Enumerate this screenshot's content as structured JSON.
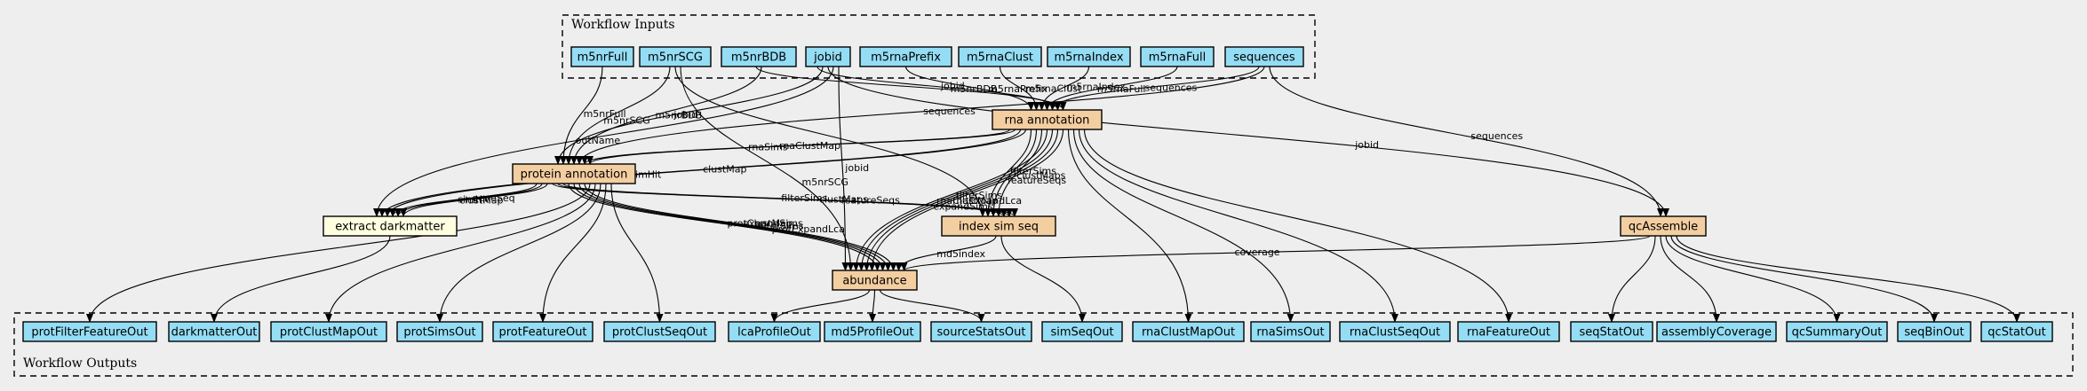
{
  "clusters": {
    "inputs": "Workflow Inputs",
    "outputs": "Workflow Outputs"
  },
  "colors": {
    "io": "#94ddf4",
    "step": "#f3cea1",
    "tool": "#ffffe0",
    "background": "#eeeeee"
  },
  "nodes": {
    "m5nrFull": "m5nrFull",
    "m5nrSCG": "m5nrSCG",
    "m5nrBDB": "m5nrBDB",
    "jobid": "jobid",
    "m5rnaPrefix": "m5rnaPrefix",
    "m5rnaClust": "m5rnaClust",
    "m5rnaIndex": "m5rnaIndex",
    "m5rnaFull": "m5rnaFull",
    "sequences": "sequences",
    "rna_annotation": "rna annotation",
    "protein_annotation": "protein annotation",
    "extract_darkmatter": "extract darkmatter",
    "index_sim_seq": "index sim seq",
    "abundance": "abundance",
    "qcAssemble": "qcAssemble",
    "protFilterFeatureOut": "protFilterFeatureOut",
    "darkmatterOut": "darkmatterOut",
    "protClustMapOut": "protClustMapOut",
    "protSimsOut": "protSimsOut",
    "protFeatureOut": "protFeatureOut",
    "protClustSeqOut": "protClustSeqOut",
    "lcaProfileOut": "lcaProfileOut",
    "md5ProfileOut": "md5ProfileOut",
    "sourceStatsOut": "sourceStatsOut",
    "simSeqOut": "simSeqOut",
    "rnaClustMapOut": "rnaClustMapOut",
    "rnaSimsOut": "rnaSimsOut",
    "rnaClustSeqOut": "rnaClustSeqOut",
    "rnaFeatureOut": "rnaFeatureOut",
    "seqStatOut": "seqStatOut",
    "assemblyCoverage": "assemblyCoverage",
    "qcSummaryOut": "qcSummaryOut",
    "seqBinOut": "seqBinOut",
    "qcStatOut": "qcStatOut"
  },
  "edges": [
    {
      "from": "m5rnaPrefix",
      "to": "rna_annotation",
      "label": "m5rnaPrefix"
    },
    {
      "from": "m5rnaClust",
      "to": "rna_annotation",
      "label": "m5rnaClust"
    },
    {
      "from": "m5rnaIndex",
      "to": "rna_annotation",
      "label": "m5rnaIndex"
    },
    {
      "from": "m5rnaFull",
      "to": "rna_annotation",
      "label": "m5rnaFull"
    },
    {
      "from": "sequences",
      "to": "rna_annotation",
      "label": "sequences"
    },
    {
      "from": "jobid",
      "to": "rna_annotation",
      "label": "jobid"
    },
    {
      "from": "m5nrBDB",
      "to": "rna_annotation",
      "label": "m5nrBDB"
    },
    {
      "from": "jobid",
      "to": "protein_annotation",
      "label": "jobid"
    },
    {
      "from": "m5nrFull",
      "to": "protein_annotation",
      "label": "m5nrFull"
    },
    {
      "from": "m5nrSCG",
      "to": "protein_annotation",
      "label": "m5nrSCG"
    },
    {
      "from": "m5nrBDB",
      "to": "protein_annotation",
      "label": "m5nrBDB"
    },
    {
      "from": "sequences",
      "to": "protein_annotation",
      "label": "sequences"
    },
    {
      "from": "rna_annotation",
      "to": "protein_annotation",
      "label": "rnaSims"
    },
    {
      "from": "rna_annotation",
      "to": "protein_annotation",
      "label": "rnaClustMap"
    },
    {
      "from": "sequences",
      "to": "qcAssemble",
      "label": "sequences"
    },
    {
      "from": "jobid",
      "to": "qcAssemble",
      "label": "jobid"
    },
    {
      "from": "jobid",
      "to": "extract_darkmatter",
      "label": "outName"
    },
    {
      "from": "rna_annotation",
      "to": "extract_darkmatter",
      "label": "clustMap"
    },
    {
      "from": "rna_annotation",
      "to": "extract_darkmatter",
      "label": "simHit"
    },
    {
      "from": "protein_annotation",
      "to": "extract_darkmatter",
      "label": "simHit"
    },
    {
      "from": "protein_annotation",
      "to": "extract_darkmatter",
      "label": "geneSeq"
    },
    {
      "from": "protein_annotation",
      "to": "extract_darkmatter",
      "label": "clustMap"
    },
    {
      "from": "m5nrSCG",
      "to": "index_sim_seq",
      "label": ""
    },
    {
      "from": "rna_annotation",
      "to": "index_sim_seq",
      "label": "filterSims"
    },
    {
      "from": "rna_annotation",
      "to": "index_sim_seq",
      "label": "featureSeqs"
    },
    {
      "from": "rna_annotation",
      "to": "index_sim_seq",
      "label": "clustMaps"
    },
    {
      "from": "protein_annotation",
      "to": "index_sim_seq",
      "label": "filterSims"
    },
    {
      "from": "protein_annotation",
      "to": "index_sim_seq",
      "label": "featureSeqs"
    },
    {
      "from": "protein_annotation",
      "to": "index_sim_seq",
      "label": "clustMaps"
    },
    {
      "from": "jobid",
      "to": "abundance",
      "label": "jobid"
    },
    {
      "from": "m5nrSCG",
      "to": "abundance",
      "label": "m5nrSCG"
    },
    {
      "from": "rna_annotation",
      "to": "abundance",
      "label": "rnaClustMap"
    },
    {
      "from": "rna_annotation",
      "to": "abundance",
      "label": "filterSims"
    },
    {
      "from": "rna_annotation",
      "to": "abundance",
      "label": "expandSims"
    },
    {
      "from": "rna_annotation",
      "to": "abundance",
      "label": "rnaExpandLca"
    },
    {
      "from": "protein_annotation",
      "to": "abundance",
      "label": "protClustMap"
    },
    {
      "from": "protein_annotation",
      "to": "abundance",
      "label": "protExpandLca"
    },
    {
      "from": "protein_annotation",
      "to": "abundance",
      "label": "filterSims"
    },
    {
      "from": "protein_annotation",
      "to": "abundance",
      "label": "expandSims"
    },
    {
      "from": "index_sim_seq",
      "to": "abundance",
      "label": "md5index"
    },
    {
      "from": "qcAssemble",
      "to": "abundance",
      "label": "coverage"
    },
    {
      "from": "protein_annotation",
      "to": "protFilterFeatureOut",
      "label": ""
    },
    {
      "from": "extract_darkmatter",
      "to": "darkmatterOut",
      "label": ""
    },
    {
      "from": "protein_annotation",
      "to": "protClustMapOut",
      "label": ""
    },
    {
      "from": "protein_annotation",
      "to": "protSimsOut",
      "label": ""
    },
    {
      "from": "protein_annotation",
      "to": "protFeatureOut",
      "label": ""
    },
    {
      "from": "protein_annotation",
      "to": "protClustSeqOut",
      "label": ""
    },
    {
      "from": "abundance",
      "to": "lcaProfileOut",
      "label": ""
    },
    {
      "from": "abundance",
      "to": "md5ProfileOut",
      "label": ""
    },
    {
      "from": "abundance",
      "to": "sourceStatsOut",
      "label": ""
    },
    {
      "from": "index_sim_seq",
      "to": "simSeqOut",
      "label": ""
    },
    {
      "from": "rna_annotation",
      "to": "rnaClustMapOut",
      "label": ""
    },
    {
      "from": "rna_annotation",
      "to": "rnaSimsOut",
      "label": ""
    },
    {
      "from": "rna_annotation",
      "to": "rnaClustSeqOut",
      "label": ""
    },
    {
      "from": "rna_annotation",
      "to": "rnaFeatureOut",
      "label": ""
    },
    {
      "from": "qcAssemble",
      "to": "seqStatOut",
      "label": ""
    },
    {
      "from": "qcAssemble",
      "to": "assemblyCoverage",
      "label": ""
    },
    {
      "from": "qcAssemble",
      "to": "qcSummaryOut",
      "label": ""
    },
    {
      "from": "qcAssemble",
      "to": "seqBinOut",
      "label": ""
    },
    {
      "from": "qcAssemble",
      "to": "qcStatOut",
      "label": ""
    }
  ]
}
